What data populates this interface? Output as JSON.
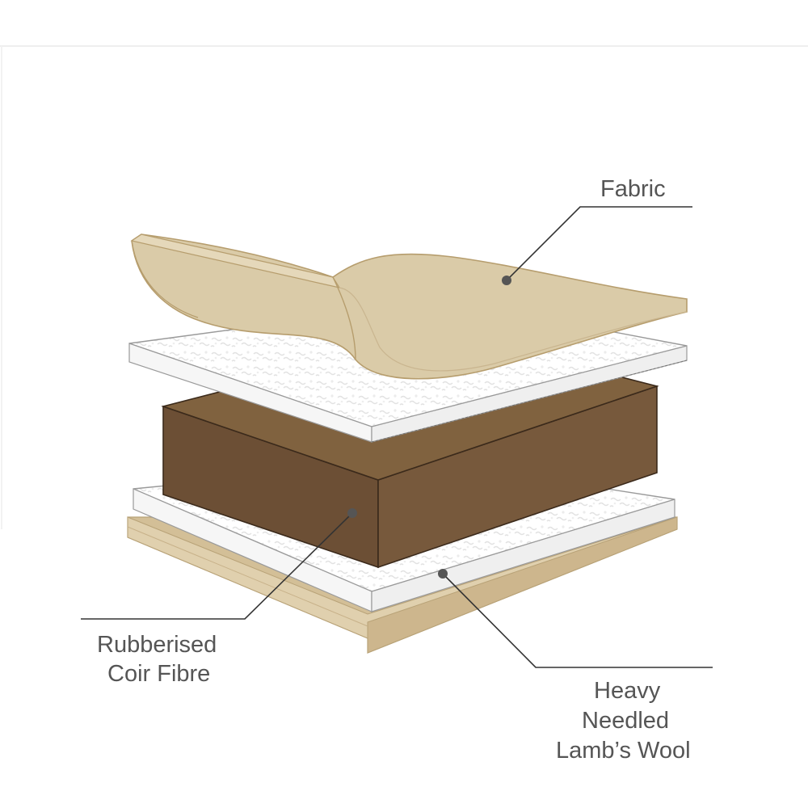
{
  "labels": {
    "fabric": "Fabric",
    "coir": [
      "Rubberised",
      "Coir Fibre"
    ],
    "wool": [
      "Heavy",
      "Needled",
      "Lamb’s Wool"
    ]
  },
  "layers": [
    {
      "name": "Fabric",
      "color": "#d9c9a6"
    },
    {
      "name": "Wool top",
      "color": "#ffffff"
    },
    {
      "name": "Rubberised Coir Fibre",
      "color": "#7d5f41"
    },
    {
      "name": "Wool bottom",
      "color": "#ffffff"
    },
    {
      "name": "Base fabric",
      "color": "#dccba7"
    }
  ],
  "colors": {
    "text": "#555555",
    "leader": "#333333",
    "fabric_fill": "#d9c9a6",
    "fabric_edge": "#cdb68a",
    "coir_top": "#7d5f41",
    "coir_side": "#6a4d33",
    "wool_fill": "#ffffff",
    "base_fill": "#dccba7"
  }
}
